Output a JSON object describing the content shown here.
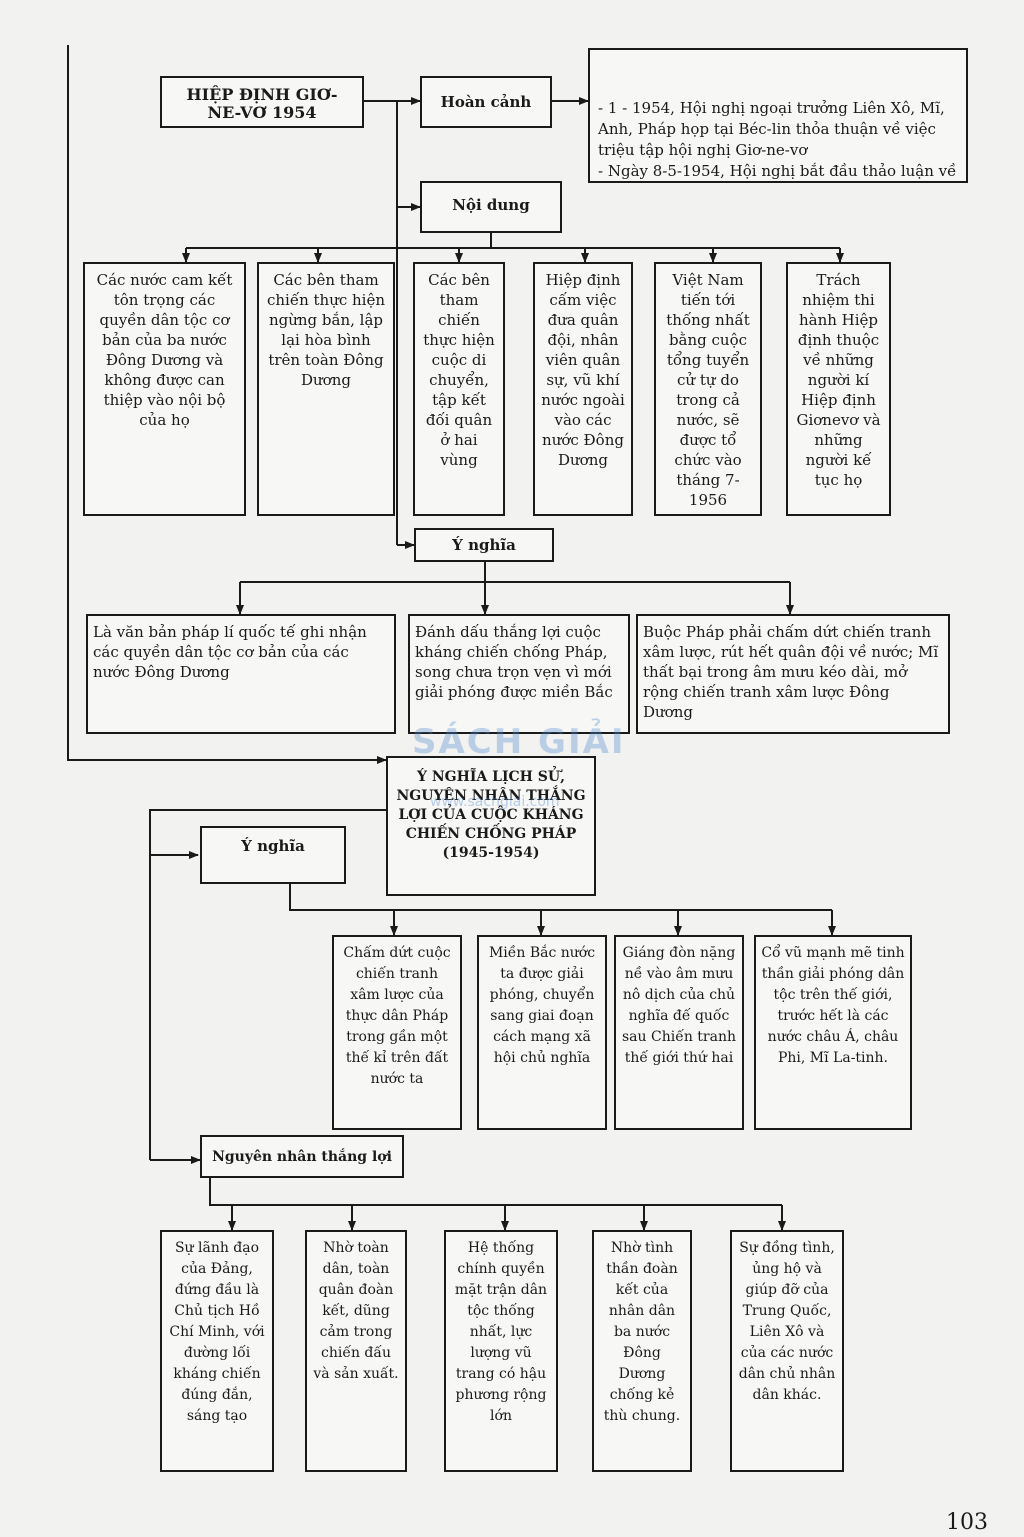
{
  "title": "HIỆP ĐỊNH GIƠ-NE-VƠ 1954",
  "hoan_canh": {
    "label": "Hoàn cảnh",
    "text": "- 1 - 1954, Hội nghị ngoại trưởng Liên Xô, Mĩ, Anh, Pháp họp tại Béc-lin thỏa thuận về việc triệu tập hội nghị Giơ-ne-vơ\n- Ngày 8-5-1954, Hội nghị bắt đầu thảo luận về vấn đề lập lại hòa bình ở Đông Dương"
  },
  "noi_dung": {
    "label": "Nội dung",
    "items": [
      "Các nước cam kết tôn trọng các quyền dân tộc cơ bản của ba nước Đông Dương và không được can thiệp vào nội bộ của họ",
      "Các bên tham chiến thực hiện ngừng bắn, lập lại hòa bình trên toàn Đông Dương",
      "Các bên tham chiến thực hiện cuộc di chuyển, tập kết đối quân ở hai vùng",
      "Hiệp định cấm việc đưa quân đội, nhân viên quân sự, vũ khí nước ngoài vào các nước Đông Dương",
      "Việt Nam tiến tới thống nhất bằng cuộc tổng tuyển cử tự do trong cả nước, sẽ được tổ chức vào tháng 7-1956",
      "Trách nhiệm thi hành Hiệp định thuộc về những người kí Hiệp định Giơnevơ và những người kế tục họ"
    ]
  },
  "y_nghia_1": {
    "label": "Ý nghĩa",
    "items": [
      "Là văn bản pháp lí quốc tế ghi nhận các quyền dân tộc cơ bản của các nước Đông Dương",
      "Đánh dấu thắng lợi cuộc kháng chiến chống Pháp, song chưa trọn vẹn vì mới giải phóng được miền Bắc",
      "Buộc Pháp phải chấm dứt chiến tranh xâm lược, rút hết quân đội về nước; Mĩ thất bại trong âm mưu kéo dài, mở rộng chiến tranh xâm lược Đông Dương"
    ]
  },
  "center": {
    "label": "Ý NGHĨA LỊCH SỬ, NGUYÊN NHÂN THẮNG LỢI CỦA CUỘC KHÁNG CHIẾN CHỐNG PHÁP (1945-1954)"
  },
  "y_nghia_2": {
    "label": "Ý nghĩa",
    "items": [
      "Chấm dứt cuộc chiến tranh xâm lược của thực dân Pháp trong gần một thế kỉ trên đất nước ta",
      "Miền Bắc nước ta được giải phóng, chuyển sang giai đoạn cách mạng xã hội chủ nghĩa",
      "Giáng đòn nặng nề vào âm mưu nô dịch của chủ nghĩa đế quốc sau Chiến tranh thế giới thứ hai",
      "Cổ vũ mạnh mẽ tinh thần giải phóng dân tộc trên thế giới, trước hết là các nước châu Á, châu Phi, Mĩ La-tinh."
    ]
  },
  "nguyen_nhan": {
    "label": "Nguyên nhân thắng lợi",
    "items": [
      "Sự lãnh đạo của Đảng, đứng đầu là Chủ tịch Hồ Chí Minh, với đường lối kháng chiến đúng đắn, sáng tạo",
      "Nhờ toàn dân, toàn quân đoàn kết, dũng cảm trong chiến đấu và sản xuất.",
      "Hệ thống chính quyền mặt trận dân tộc thống nhất, lực lượng vũ trang có hậu phương rộng lớn",
      "Nhờ tình thần đoàn kết của nhân dân ba nước Đông Dương chống kẻ thù chung.",
      "Sự đồng tình, ủng hộ và giúp đỡ của Trung Quốc, Liên Xô và của các nước dân chủ nhân dân khác."
    ]
  },
  "watermark": "SÁCH GIẢI",
  "watermark_url": "www.sachgiai.com",
  "page_number": "103"
}
